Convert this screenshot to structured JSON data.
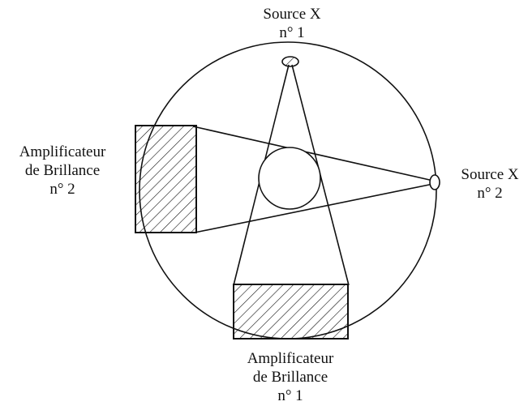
{
  "labels": {
    "source_1": {
      "line1": "Source X",
      "line2": "n° 1"
    },
    "source_2": {
      "line1": "Source X",
      "line2": "n° 2"
    },
    "amplifier_1": {
      "line1": "Amplificateur",
      "line2": "de Brillance",
      "line3": "n° 1"
    },
    "amplifier_2": {
      "line1": "Amplificateur",
      "line2": "de Brillance",
      "line3": "n° 2"
    }
  },
  "colors": {
    "stroke": "#111111",
    "hatch": "#111111",
    "background": "#ffffff"
  }
}
